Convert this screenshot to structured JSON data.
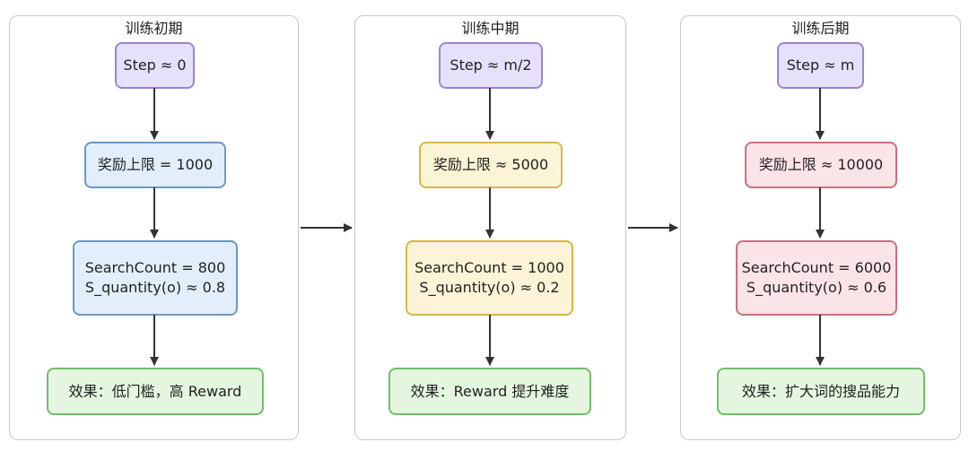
{
  "stages": [
    {
      "title": "训练初期",
      "step": "Step ≈ 0",
      "reward_cap": "奖励上限 = 1000",
      "search_count": "SearchCount = 800",
      "s_quantity": "S_quantity(o) ≈ 0.8",
      "effect": "效果：低门槛，高 Reward"
    },
    {
      "title": "训练中期",
      "step": "Step ≈ m/2",
      "reward_cap": "奖励上限 ≈ 5000",
      "search_count": "SearchCount = 1000",
      "s_quantity": "S_quantity(o) ≈ 0.2",
      "effect": "效果：Reward 提升难度"
    },
    {
      "title": "训练后期",
      "step": "Step ≈ m",
      "reward_cap": "奖励上限 ≈ 10000",
      "search_count": "SearchCount = 6000",
      "s_quantity": "S_quantity(o) ≈ 0.6",
      "effect": "效果：扩大词的搜品能力"
    }
  ],
  "colors": {
    "step": "#e6e1fb",
    "early": "#e2effb",
    "mid": "#fcf4d6",
    "late": "#fbe4e8",
    "effect": "#e4f6df",
    "arrow": "#333333"
  }
}
